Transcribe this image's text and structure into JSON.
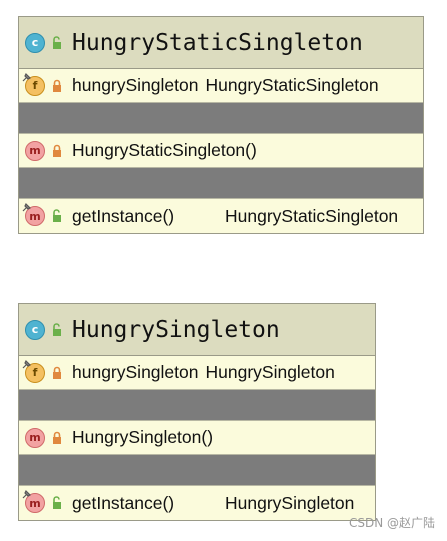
{
  "classes": [
    {
      "name": "HungryStaticSingleton",
      "field": {
        "name": "hungrySingleton",
        "type": "HungryStaticSingleton"
      },
      "constructor": {
        "name": "HungryStaticSingleton()"
      },
      "method": {
        "name": "getInstance()",
        "type": "HungryStaticSingleton"
      }
    },
    {
      "name": "HungrySingleton",
      "field": {
        "name": "hungrySingleton",
        "type": "HungrySingleton"
      },
      "constructor": {
        "name": "HungrySingleton()"
      },
      "method": {
        "name": "getInstance()",
        "type": "HungrySingleton"
      }
    }
  ],
  "watermark": "CSDN @赵广陆",
  "colors": {
    "header_bg": "#dcdcbf",
    "body_bg": "#fbfbdc",
    "separator": "#7c7c7c",
    "class_badge": "#4fb3d1",
    "field_badge": "#f4c062",
    "method_badge": "#f2a2a2",
    "lock_locked": "#e0883e",
    "lock_open": "#6bb04a"
  },
  "icons": {
    "class": "class-c-icon",
    "field": "field-f-icon",
    "method": "method-m-icon",
    "private": "lock-closed-icon",
    "public": "lock-open-icon",
    "static": "static-pin-icon"
  }
}
